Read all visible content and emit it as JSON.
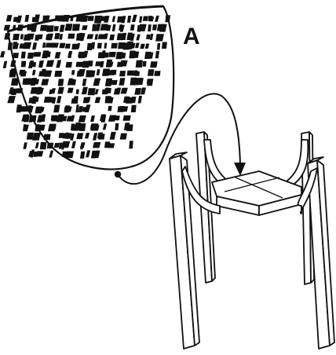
{
  "step_label": "A",
  "parts": {
    "pot": "woven-basket-pot",
    "stand": "four-leg-plant-stand"
  },
  "colors": {
    "line": "#111111",
    "fill": "#ffffff"
  }
}
